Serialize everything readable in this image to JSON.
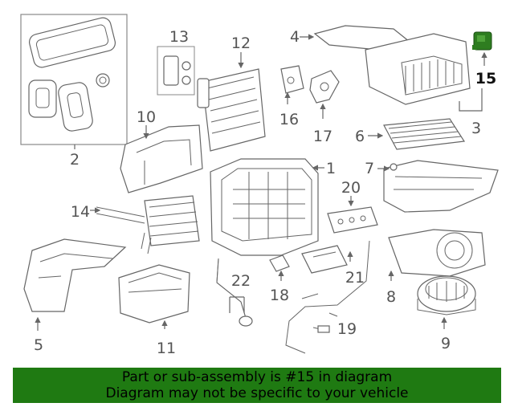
{
  "callouts": [
    "1",
    "2",
    "3",
    "4",
    "5",
    "6",
    "7",
    "8",
    "9",
    "10",
    "11",
    "12",
    "13",
    "14",
    "15",
    "16",
    "17",
    "18",
    "19",
    "20",
    "21",
    "22"
  ],
  "highlighted_callout": "15",
  "banner": {
    "line1": "Part or sub-assembly is #15 in diagram",
    "line2": "Diagram may not be specific to your vehicle",
    "color": "#1f7a12"
  },
  "colors": {
    "line": "#666666",
    "highlight_part": "#2e7d20"
  }
}
